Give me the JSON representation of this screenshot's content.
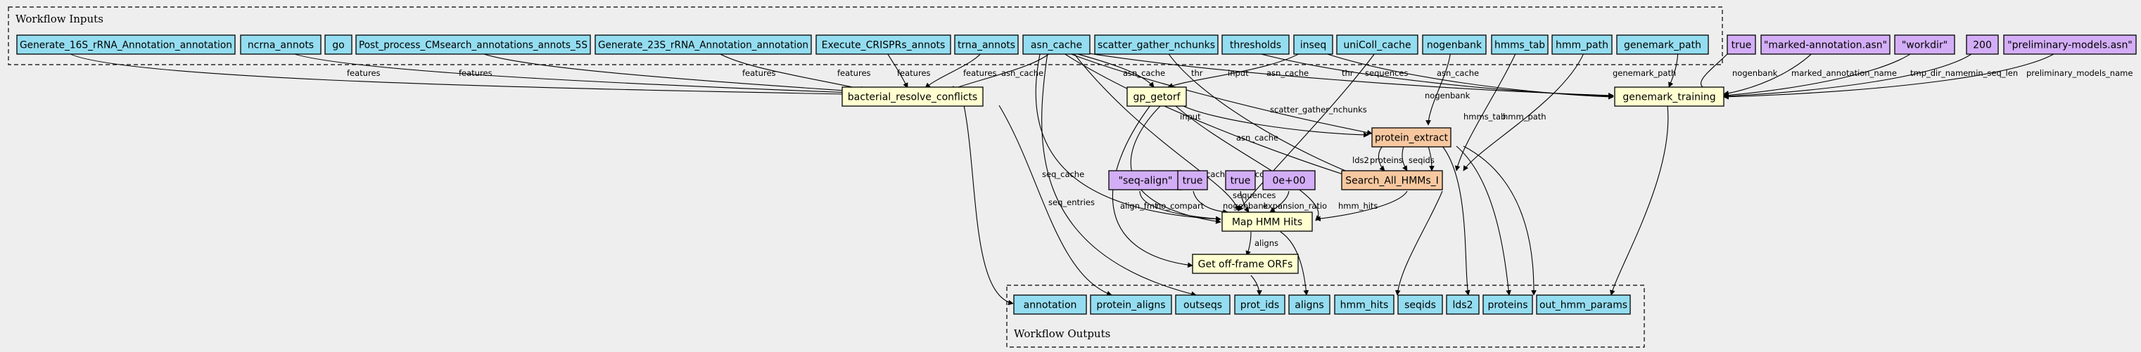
{
  "clusters": {
    "inputs_label": "Workflow Inputs",
    "outputs_label": "Workflow Outputs"
  },
  "colors": {
    "input": "#94ddf0",
    "param": "#d3aef7",
    "step": "#ffffd0",
    "subworkflow": "#f7c8a0",
    "output": "#94ddf0",
    "background": "#eeeeee"
  },
  "nodes": {
    "in_16s": "Generate_16S_rRNA_Annotation_annotation",
    "in_ncrna": "ncrna_annots",
    "in_go": "go",
    "in_5s": "Post_process_CMsearch_annotations_annots_5S",
    "in_23s": "Generate_23S_rRNA_Annotation_annotation",
    "in_crispr": "Execute_CRISPRs_annots",
    "in_trna": "trna_annots",
    "in_asn": "asn_cache",
    "in_sg": "scatter_gather_nchunks",
    "in_thr": "thresholds",
    "in_inseq": "inseq",
    "in_unicoll": "uniColl_cache",
    "in_nogen": "nogenbank",
    "in_hmmstab": "hmms_tab",
    "in_hmmpath": "hmm_path",
    "in_gmpath": "genemark_path",
    "p_true1": "true",
    "p_marked": "\"marked-annotation.asn\"",
    "p_workdir": "\"workdir\"",
    "p_200": "200",
    "p_prelim": "\"preliminary-models.asn\"",
    "s_brc": "bacterial_resolve_conflicts",
    "s_gp": "gp_getorf",
    "s_gm": "genemark_training",
    "s_pe": "protein_extract",
    "s_sah": "Search_All_HMMs_I",
    "p_seqalign": "\"seq-align\"",
    "p_true2": "true",
    "p_true3": "true",
    "p_0e": "0e+00",
    "s_map": "Map HMM Hits",
    "s_off": "Get off-frame ORFs",
    "o_annotation": "annotation",
    "o_protalign": "protein_aligns",
    "o_outseqs": "outseqs",
    "o_protids": "prot_ids",
    "o_aligns": "aligns",
    "o_hmmhits": "hmm_hits",
    "o_seqids": "seqids",
    "o_lds2": "lds2",
    "o_proteins": "proteins",
    "o_hmmparams": "out_hmm_params"
  },
  "edge_labels": {
    "features": "features",
    "asn_cache": "asn_cache",
    "input": "input",
    "thr": "thr",
    "nogenbank": "nogenbank",
    "marked_annotation_name": "marked_annotation_name",
    "tmp_dir_name": "tmp_dir_name",
    "min_seq_len": "min_seq_len",
    "preliminary_models_name": "preliminary_models_name",
    "genemark_path": "genemark_path",
    "sequences": "sequences",
    "scatter_gather_nchunks": "scatter_gather_nchunks",
    "hmms_tab": "hmms_tab",
    "hmm_path": "hmm_path",
    "seq_cache": "seq_cache",
    "unicoll_cache": "unicoll_cache",
    "seq_entries": "seq_entries",
    "lds2": "lds2",
    "proteins": "proteins",
    "seqids": "seqids",
    "align_fmt": "align_fmt",
    "no_compart": "no_compart",
    "expansion_ratio": "expansion_ratio",
    "hmm_hits": "hmm_hits",
    "aligns": "aligns"
  }
}
